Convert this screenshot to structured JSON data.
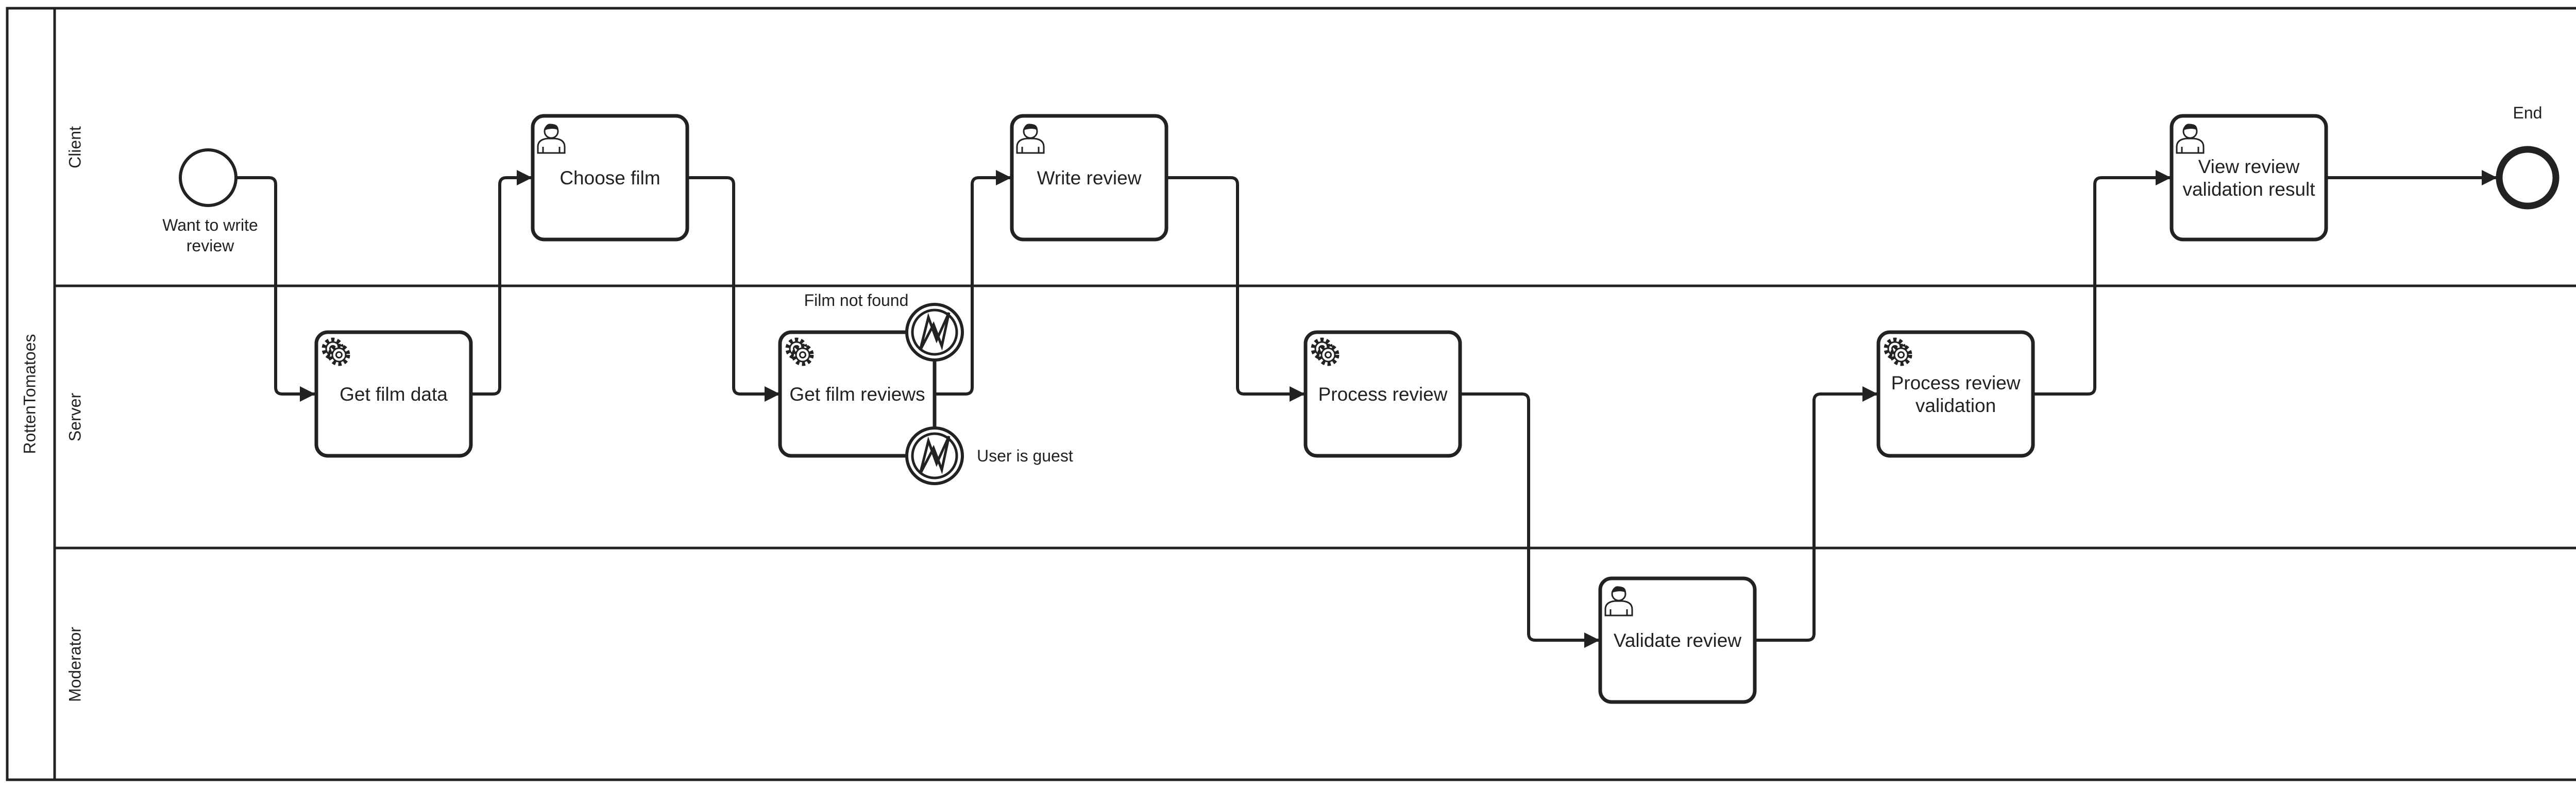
{
  "pool": {
    "name": "RottenTomatoes"
  },
  "lanes": [
    {
      "id": "client",
      "name": "Client"
    },
    {
      "id": "server",
      "name": "Server"
    },
    {
      "id": "moderator",
      "name": "Moderator"
    }
  ],
  "events": {
    "start": {
      "label_lines": [
        "Want to write",
        "review"
      ]
    },
    "end": {
      "label": "End"
    },
    "error_film_not_found": {
      "label": "Film not found"
    },
    "error_user_is_guest": {
      "label": "User is guest"
    }
  },
  "tasks": [
    {
      "id": "get-film-data",
      "kind": "service",
      "lines": [
        "Get film data"
      ]
    },
    {
      "id": "choose-film",
      "kind": "user",
      "lines": [
        "Choose film"
      ]
    },
    {
      "id": "get-film-reviews",
      "kind": "service",
      "lines": [
        "Get film reviews"
      ]
    },
    {
      "id": "write-review",
      "kind": "user",
      "lines": [
        "Write review"
      ]
    },
    {
      "id": "process-review",
      "kind": "service",
      "lines": [
        "Process review"
      ]
    },
    {
      "id": "validate-review",
      "kind": "user",
      "lines": [
        "Validate review"
      ]
    },
    {
      "id": "process-review-validation",
      "kind": "service",
      "lines": [
        "Process review",
        "validation"
      ]
    },
    {
      "id": "view-review-validation-result",
      "kind": "user",
      "lines": [
        "View review",
        "validation result"
      ]
    }
  ]
}
